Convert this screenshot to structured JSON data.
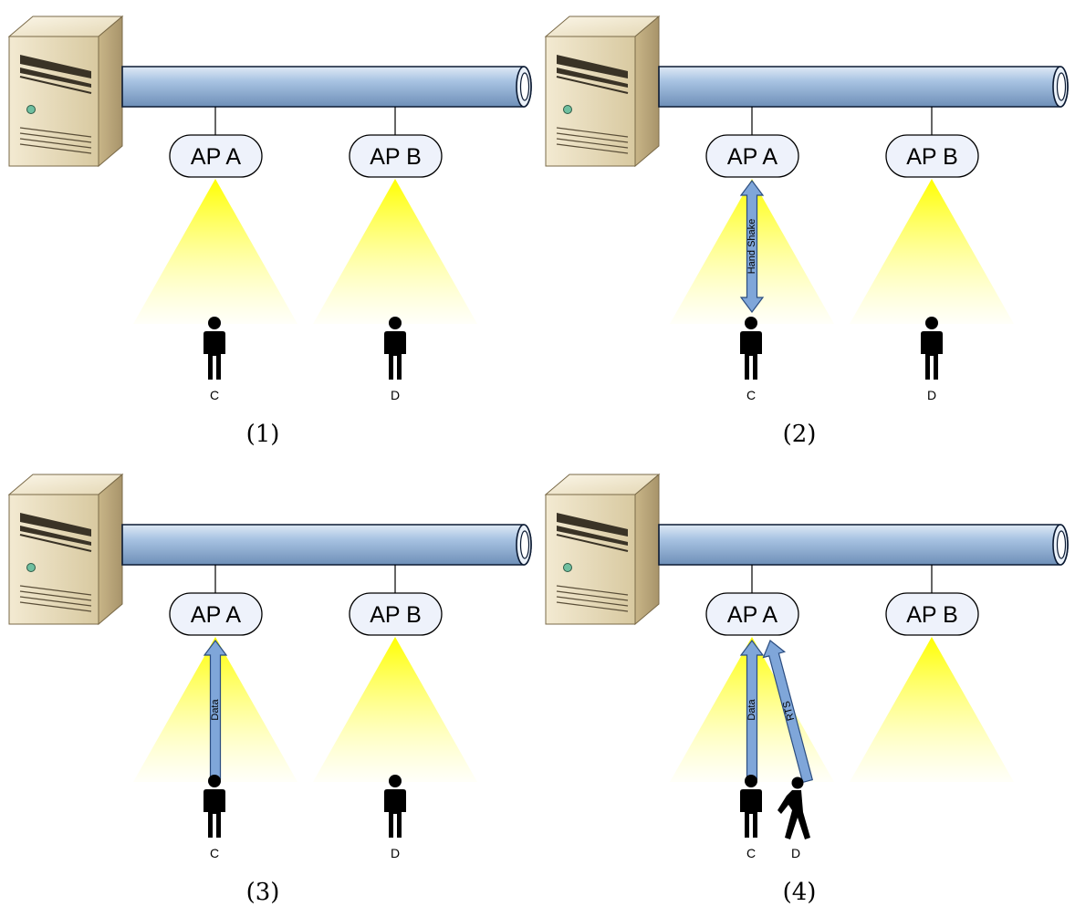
{
  "panels": [
    {
      "caption": "(1)",
      "ap_left": "AP A",
      "ap_right": "AP B",
      "client_left": "C",
      "client_right": "D",
      "arrows": []
    },
    {
      "caption": "(2)",
      "ap_left": "AP A",
      "ap_right": "AP B",
      "client_left": "C",
      "client_right": "D",
      "arrows": [
        {
          "label": "Hand Shake",
          "type": "double"
        }
      ]
    },
    {
      "caption": "(3)",
      "ap_left": "AP A",
      "ap_right": "AP B",
      "client_left": "C",
      "client_right": "D",
      "arrows": [
        {
          "label": "Data",
          "type": "up"
        }
      ]
    },
    {
      "caption": "(4)",
      "ap_left": "AP A",
      "ap_right": "AP B",
      "client_left": "C",
      "client_right": "D",
      "client_right_walking": true,
      "arrows": [
        {
          "label": "Data",
          "type": "up"
        },
        {
          "label": "RTS",
          "type": "up-slanted"
        }
      ]
    }
  ],
  "colors": {
    "cable_fill": "#a9c4e3",
    "arrow_fill": "#7fa6d9",
    "beam": "#ffff00",
    "ap_fill": "#eef2fb"
  }
}
